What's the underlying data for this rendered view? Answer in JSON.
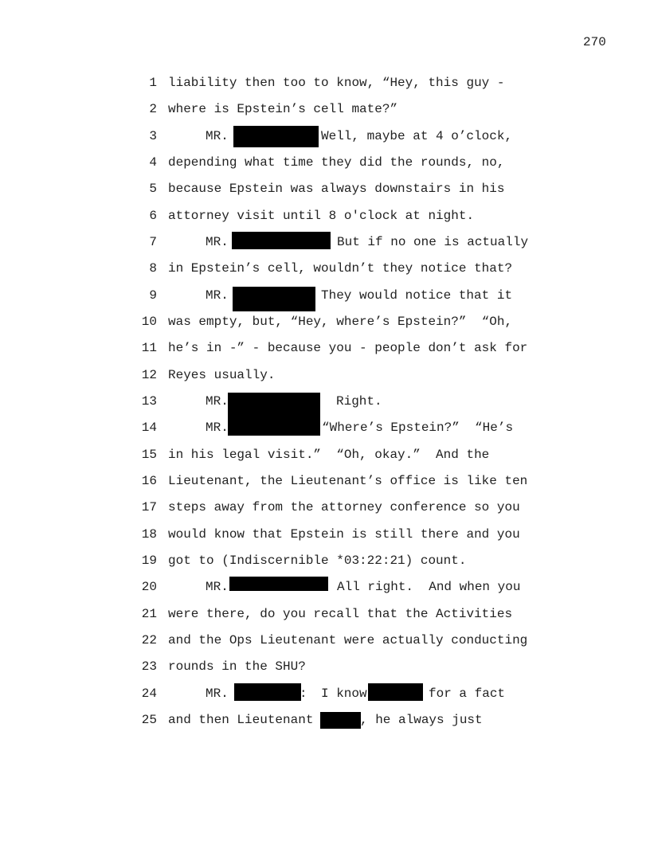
{
  "page_number": "270",
  "lines": [
    {
      "num": "1",
      "text": "liability then too to know, “Hey, this guy -"
    },
    {
      "num": "2",
      "text": "where is Epstein’s cell mate?”"
    },
    {
      "num": "3",
      "speaker": "MR.",
      "text": "Well, maybe at 4 o’clock,"
    },
    {
      "num": "4",
      "text": "depending what time they did the rounds, no,"
    },
    {
      "num": "5",
      "text": "because Epstein was always downstairs in his"
    },
    {
      "num": "6",
      "text": "attorney visit until 8 o'clock at night."
    },
    {
      "num": "7",
      "speaker": "MR.",
      "text": "But if no one is actually"
    },
    {
      "num": "8",
      "text": "in Epstein’s cell, wouldn’t they notice that?"
    },
    {
      "num": "9",
      "speaker": "MR.",
      "text": "They would notice that it"
    },
    {
      "num": "10",
      "text": "was empty, but, “Hey, where’s Epstein?”  “Oh,"
    },
    {
      "num": "11",
      "text": "he’s in -” - because you - people don’t ask for"
    },
    {
      "num": "12",
      "text": "Reyes usually."
    },
    {
      "num": "13",
      "speaker": "MR.",
      "text": "Right."
    },
    {
      "num": "14",
      "speaker": "MR.",
      "text": "“Where’s Epstein?”  “He’s"
    },
    {
      "num": "15",
      "text": "in his legal visit.”  “Oh, okay.”  And the"
    },
    {
      "num": "16",
      "text": "Lieutenant, the Lieutenant’s office is like ten"
    },
    {
      "num": "17",
      "text": "steps away from the attorney conference so you"
    },
    {
      "num": "18",
      "text": "would know that Epstein is still there and you"
    },
    {
      "num": "19",
      "text": "got to (Indiscernible *03:22:21) count."
    },
    {
      "num": "20",
      "speaker": "MR.",
      "text": "All right.  And when you"
    },
    {
      "num": "21",
      "text": "were there, do you recall that the Activities"
    },
    {
      "num": "22",
      "text": "and the Ops Lieutenant were actually conducting"
    },
    {
      "num": "23",
      "text": "rounds in the SHU?"
    },
    {
      "num": "24",
      "speaker": "MR.",
      "colon": ":",
      "text": "I know",
      "text2": "for a fact"
    },
    {
      "num": "25",
      "text": "and then Lieutenant",
      "text2": ", he always just"
    }
  ]
}
